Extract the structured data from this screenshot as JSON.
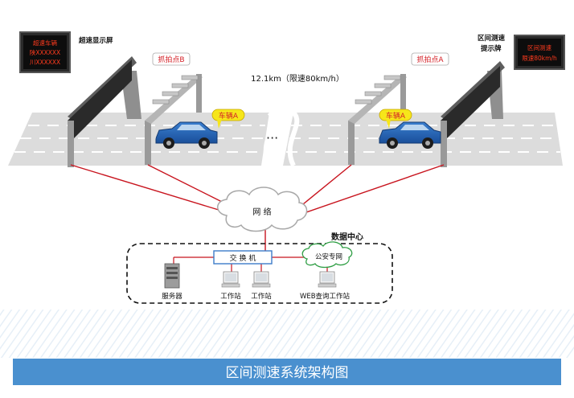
{
  "overspeed_board": {
    "label": "超速显示屏",
    "line1": "超速车辆",
    "line2": "陕XXXXXX",
    "line3": "川XXXXXX"
  },
  "notice_board": {
    "label_line1": "区间测速",
    "label_line2": "提示牌",
    "line1": "区间测速",
    "line2": "限速80km/h"
  },
  "capture_b": "抓拍点B",
  "capture_a": "抓拍点A",
  "distance": "12.1km（限速80km/h）",
  "vehicle_a_left": "车辆A",
  "vehicle_a_right": "车辆A",
  "network": "网 络",
  "data_center": "数据中心",
  "switch": "交 换 机",
  "police_net": "公安专网",
  "server": "服务器",
  "workstation_1": "工作站",
  "workstation_2": "工作站",
  "web_station": "WEB查询工作站",
  "footer_title": "区间测速系统架构图",
  "colors": {
    "link_red": "#c8141e",
    "footer_bg": "#4a90cf",
    "tag_yellow": "#f6e61a",
    "capture_text": "#d42027",
    "board_text": "#ff3b1e"
  }
}
